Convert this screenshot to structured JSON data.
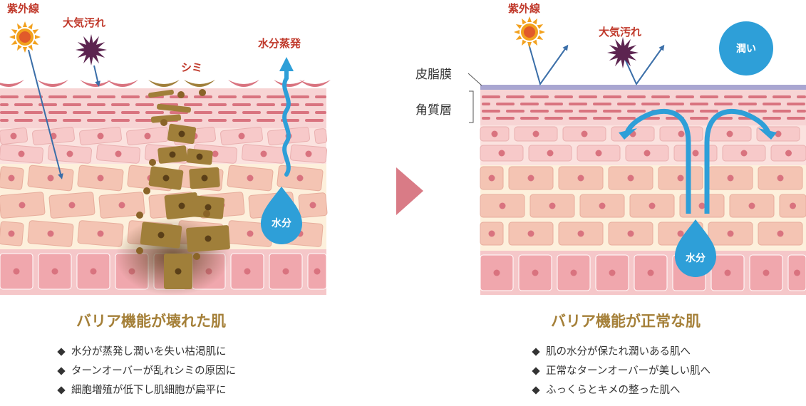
{
  "left": {
    "uv_label": "紫外線",
    "pollution_label": "大気汚れ",
    "spot_label": "シミ",
    "evaporation_label": "水分蒸発",
    "water_label": "水分",
    "title": "バリア機能が壊れた肌",
    "points": [
      "水分が蒸発し潤いを失い枯渇肌に",
      "ターンオーバーが乱れシミの原因に",
      "細胞増殖が低下し肌細胞が扁平に"
    ]
  },
  "right": {
    "uv_label": "紫外線",
    "pollution_label": "大気汚れ",
    "moisture_label": "潤い",
    "sebum_label": "皮脂膜",
    "stratum_label": "角質層",
    "water_label": "水分",
    "title": "バリア機能が正常な肌",
    "points": [
      "肌の水分が保たれ潤いある肌へ",
      "正常なターンオーバーが美しい肌へ",
      "ふっくらとキメの整った肌へ"
    ]
  },
  "colors": {
    "label_red": "#c0392b",
    "title_gold": "#a58039",
    "water_blue": "#2e9fd8",
    "arrow_blue": "#3a6ea8",
    "arrow_pink": "#d97b86",
    "sebum_lilac": "#a9a6d1",
    "spot_brown": "#a07f3a"
  },
  "icons": [
    "sun-icon",
    "pollution-icon",
    "arrow-right-icon",
    "water-drop-icon",
    "diamond-bullet-icon"
  ]
}
